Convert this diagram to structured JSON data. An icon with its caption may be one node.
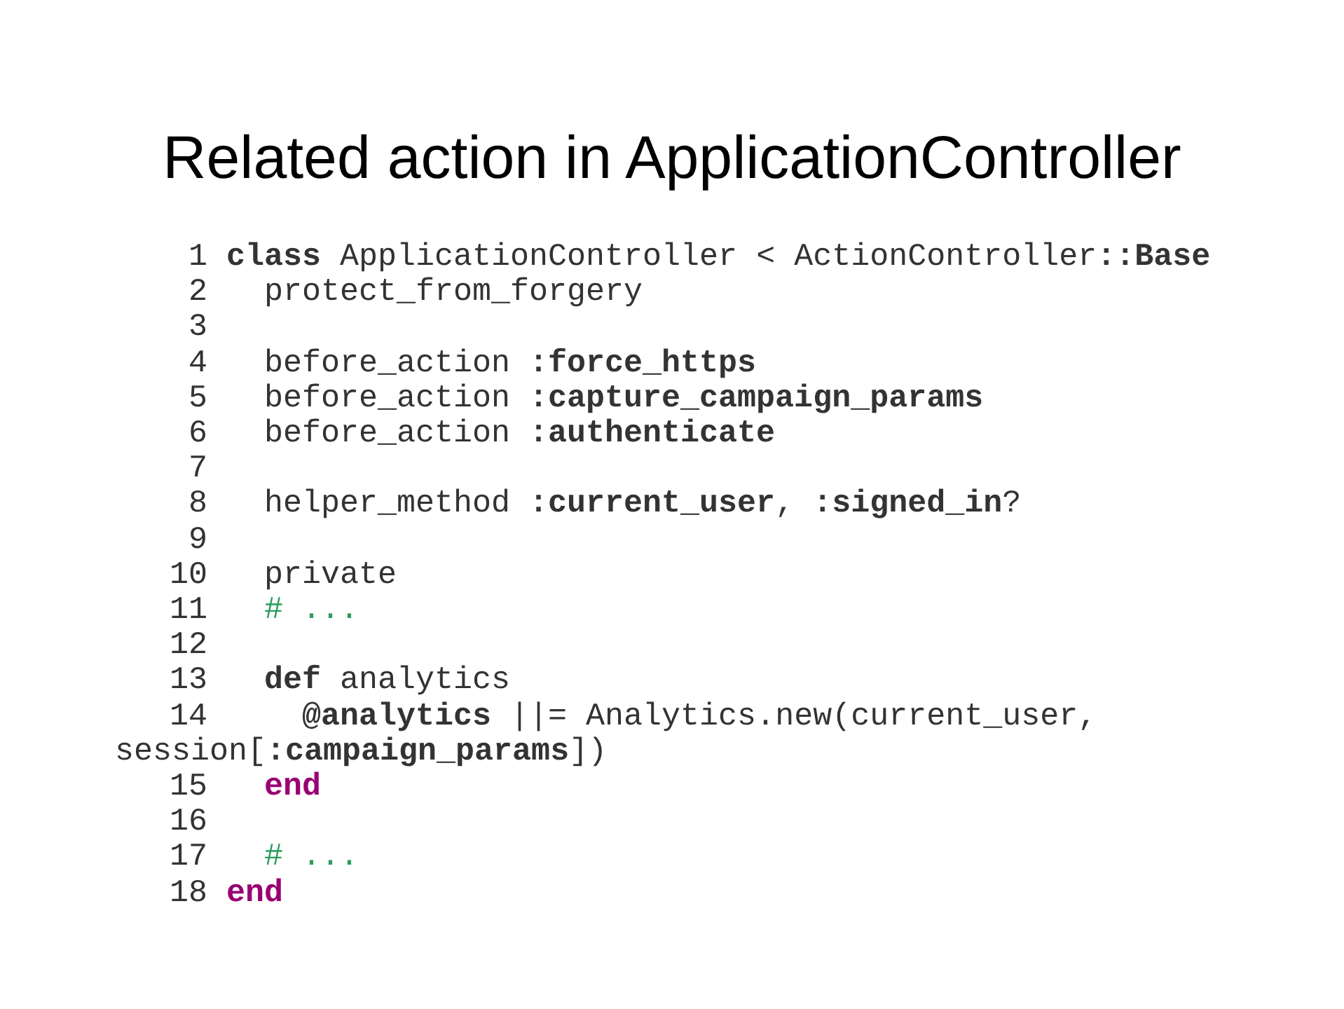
{
  "diagram": {
    "title": "Related action in ApplicationController",
    "labels": [
      "1",
      "**class** ApplicationController < ActionController**::Base**",
      "2",
      "protect_from_forgery",
      "3",
      "4",
      "before_action **:force_https**",
      "5",
      "before_action **:capture_campaign_params**",
      "6",
      "before_action **:authenticate**",
      "7",
      "8",
      "helper_method **:current_user**, **:signed_in**?",
      "9",
      "10",
      "private",
      "11",
      "# ...",
      "12",
      "13",
      "**def** analytics",
      "14",
      "**@analytics** ||= Analytics.new(current_user, session[**:campaign_params**])",
      "15",
      "end",
      "16",
      "17",
      "# ...",
      "18",
      "end"
    ]
  }
}
